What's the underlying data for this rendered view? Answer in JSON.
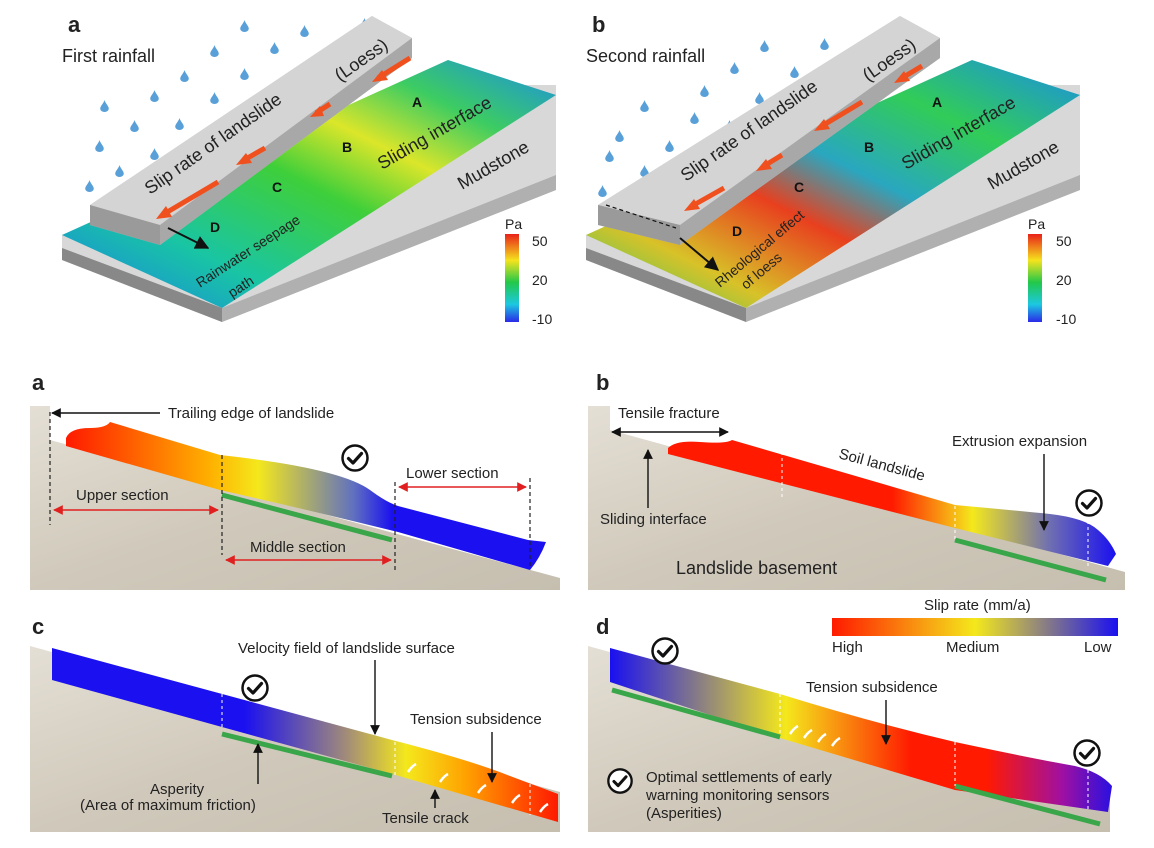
{
  "top": {
    "a": {
      "letter": "a",
      "title": "First rainfall",
      "loess": "(Loess)",
      "slip_rate": "Slip rate of landslide",
      "sliding_interface": "Sliding interface",
      "mudstone": "Mudstone",
      "points": [
        "A",
        "B",
        "C",
        "D"
      ],
      "path_label_1": "Rainwater seepage",
      "path_label_2": "path",
      "colorbar": {
        "unit": "Pa",
        "max": "50",
        "mid": "20",
        "min": "-10"
      }
    },
    "b": {
      "letter": "b",
      "title": "Second rainfall",
      "loess": "(Loess)",
      "slip_rate": "Slip rate of landslide",
      "sliding_interface": "Sliding interface",
      "mudstone": "Mudstone",
      "points": [
        "A",
        "B",
        "C",
        "D"
      ],
      "path_label_1": "Rheological effect",
      "path_label_2": "of loess",
      "colorbar": {
        "unit": "Pa",
        "max": "50",
        "mid": "20",
        "min": "-10"
      }
    }
  },
  "bottom": {
    "a": {
      "letter": "a",
      "trailing_edge": "Trailing edge of landslide",
      "upper": "Upper section",
      "middle": "Middle section",
      "lower": "Lower section"
    },
    "b": {
      "letter": "b",
      "tensile_fracture": "Tensile fracture",
      "sliding_interface": "Sliding interface",
      "soil_landslide": "Soil landslide",
      "extrusion": "Extrusion expansion",
      "basement": "Landslide basement"
    },
    "c": {
      "letter": "c",
      "velocity_field": "Velocity field of landslide surface",
      "tension_subsidence": "Tension subsidence",
      "asperity_1": "Asperity",
      "asperity_2": "(Area of maximum friction)",
      "tensile_crack": "Tensile crack"
    },
    "d": {
      "letter": "d",
      "tension_subsidence": "Tension subsidence",
      "legend_1": "Optimal settlements of early",
      "legend_2": "warning monitoring sensors",
      "legend_3": "(Asperities)"
    },
    "slip_legend": {
      "title": "Slip rate (mm/a)",
      "high": "High",
      "medium": "Medium",
      "low": "Low"
    }
  },
  "colors": {
    "red": "#ff1a00",
    "yellow": "#f4e81c",
    "blue": "#1a10f0",
    "green_strip": "#3aa64a",
    "arrow_orange": "#f0501e",
    "loess_gray": "#c9c9c9",
    "rock": "#d6d0c4"
  }
}
